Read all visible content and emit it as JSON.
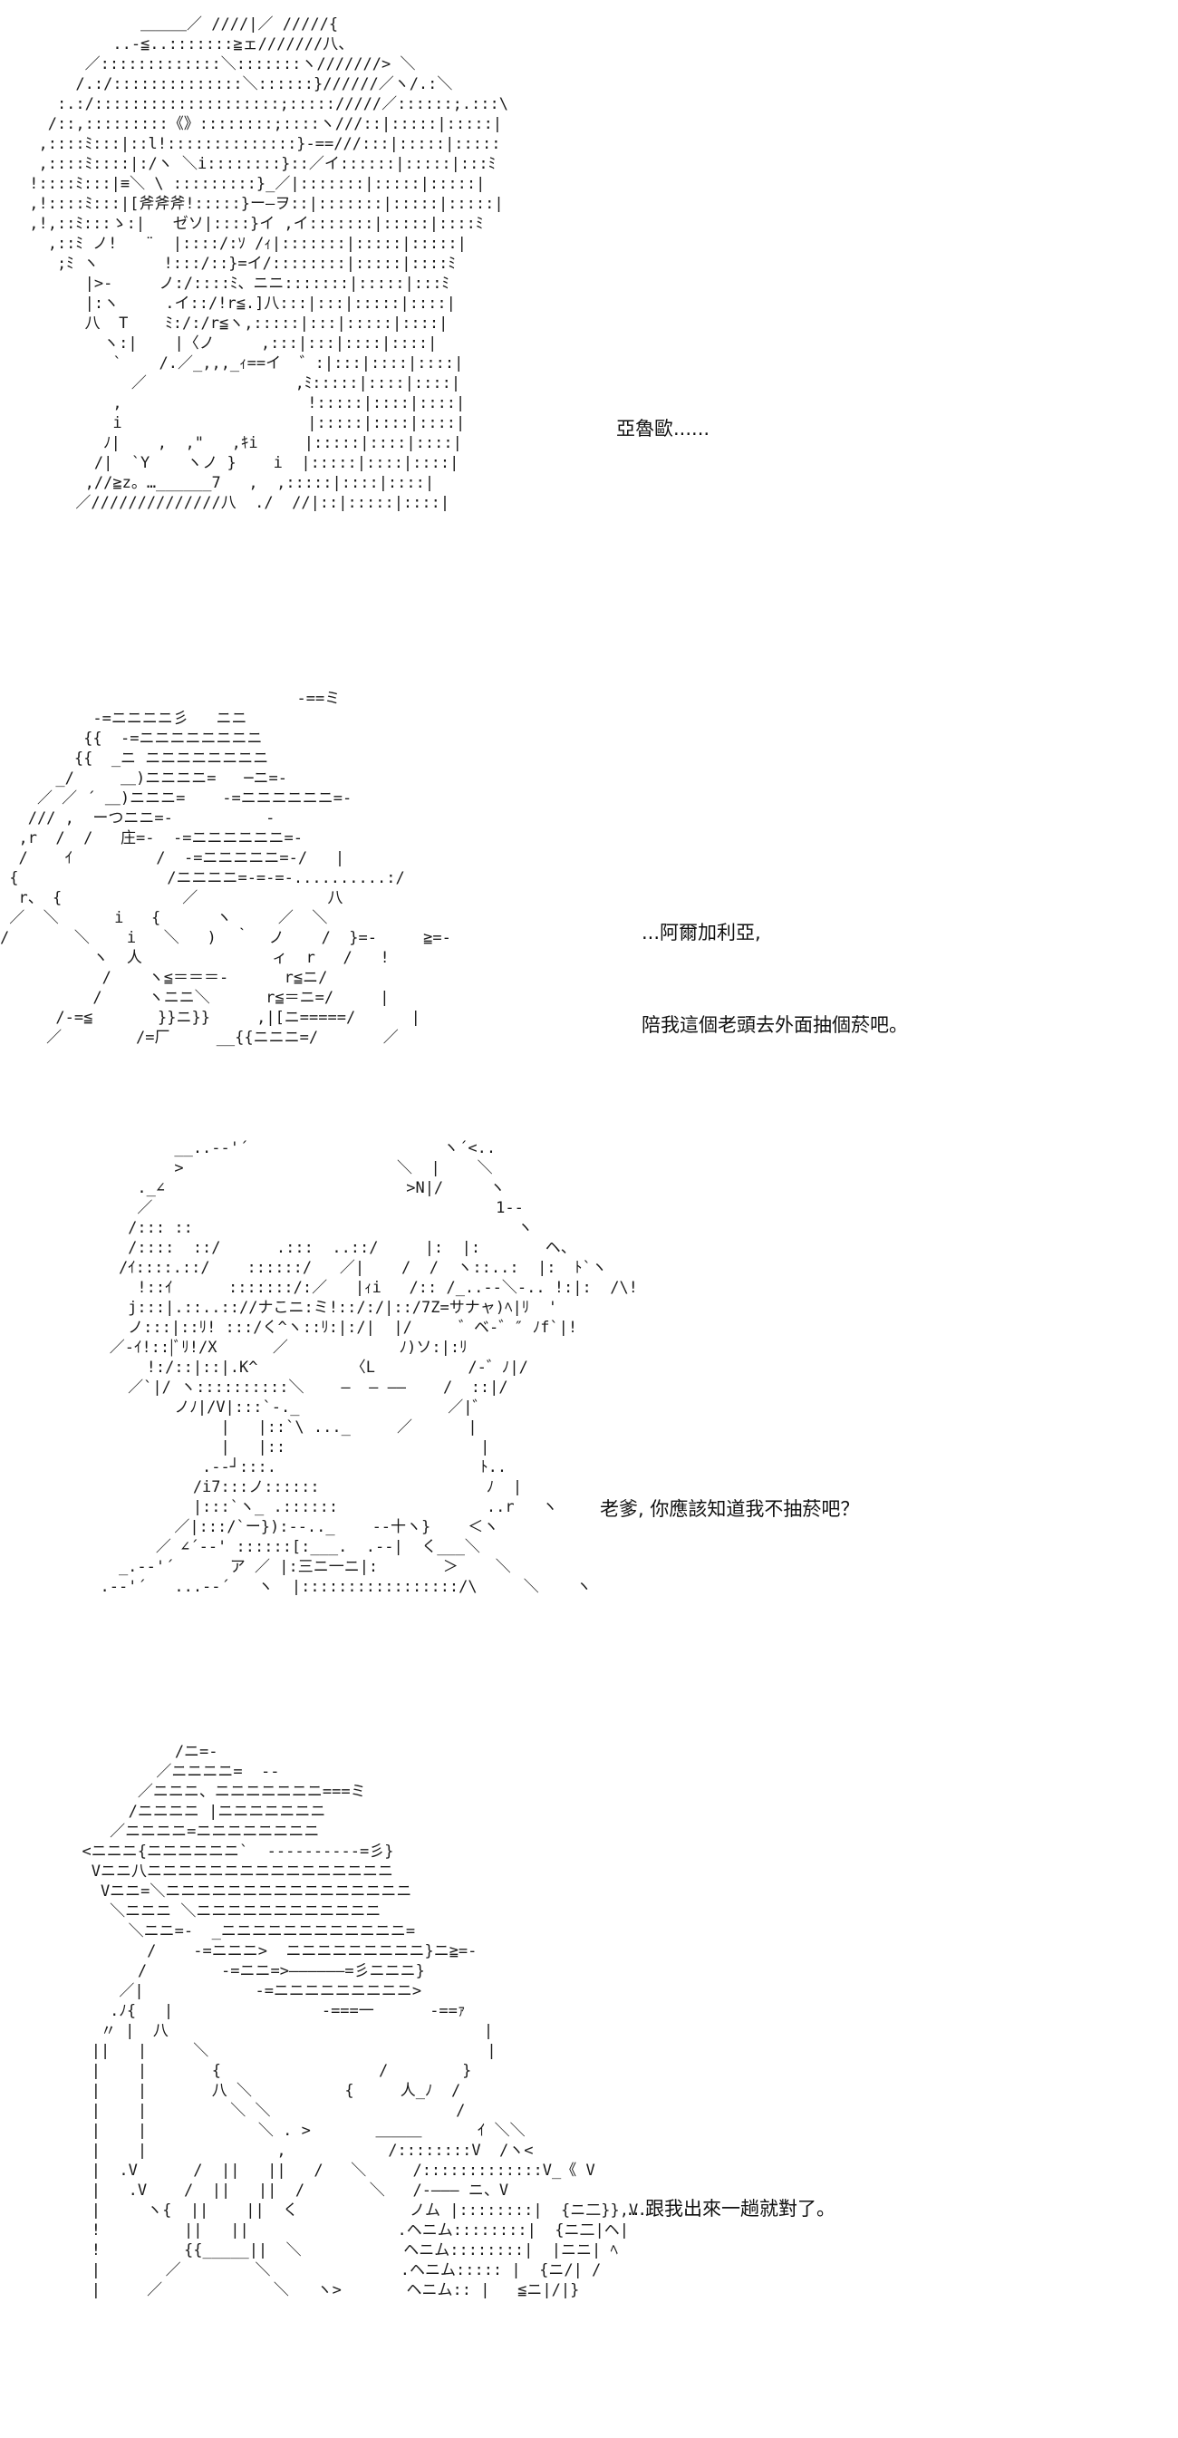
{
  "colors": {
    "background": "#ffffff",
    "text": "#111111"
  },
  "panels": [
    {
      "id": "panel-1",
      "dialogue": [
        "亞魯歐......"
      ],
      "art": "             ＿＿＿／ ////|／ /////{\n          ..-≦..:::::::≧ェ///////八、\n       ／:::::::::::::＼:::::::ヽ///////> ＼\n      /.:/::::::::::::::＼::::::}//////／ヽ/.:＼\n    :.:/::::::::::::::::::::;::::://///／::::::;.:::\\\n   /::,:::::::::《》::::::::;::::ヽ///::|:::::|:::::|\n  ,::::ﾐ:::|::l!::::::::::::::}-==///:::|:::::|:::::\n  ,::::ﾐ::::|:/ヽ ＼i::::::::}::／イ::::::|:::::|:::ﾐ\n !::::ﾐ:::|≡＼ \\ :::::::::}_／|:::::::|:::::|:::::|\n ,!::::ﾐ:::|[斧斧斧!:::::}ー―ヲ::|:::::::|:::::|:::::|\n ,!,::ﾐ:::ゝ:|   ゼソ|::::}イ ,イ:::::::|:::::|::::ﾐ\n   ,::ﾐ ノ!   ¨  |::::/:ｿ /ｨ|:::::::|:::::|:::::|\n    ;ﾐ ヽ       !:::/::}=イ/::::::::|:::::|::::ﾐ\n       |>-     ノ:/::::ﾐ、ニニ:::::::|:::::|:::ﾐ\n       |:ヽ     .イ::/!r≦.]八:::|:::|:::::|::::|\n       八  T    ﾐ:/:/r≦ヽ,:::::|:::|:::::|::::|\n         ヽ:|    |〈ノ     ,:::|:::|::::|::::|\n          `    /.／_,,,_ｨ==イ  ゛:|:::|::::|::::|\n            ／                ,ﾐ:::::|::::|::::|\n          ,                    !:::::|::::|::::|\n          i                    |:::::|::::|::::|\n         ﾉ|    ,  ,\"   ,ｷi     |:::::|::::|::::|\n        /|  `Y    ヽノ }    i  |:::::|::::|::::|\n       ,//≧z。…______7   ,  ,:::::|::::|::::|\n      ／//////////////八  ./  //|::|:::::|::::|"
    },
    {
      "id": "panel-2",
      "dialogue": [
        "...阿爾加利亞,",
        "陪我這個老頭去外面抽個菸吧。"
      ],
      "art": "                                -==ミ\n          -=ニニニニ彡   ニニ\n         {{  -=ニニニニニニニニ\n        {{  _ニ ニニニニニニニニ\n      _/     ＿)ニニニニ=   ─ニ=-\n    ／ ／ ´ ＿)ニニニ=    -=ニニニニニニ=-\n   /// ,  ーつニニ=-          -\n  ,r  /  /   庄=-  -=ニニニニニニ=-\n  /    ｲ         /  -=ニニニニニ=-/   |\n {                /ニニニニ=-=-=-..........:/\n  r、 {             ／              八\n ／  ＼      i   {      ヽ     ／  ＼\n/       ＼    i   ＼   )  ｀  ノ    /  }=-     ≧=-\n          ヽ  人              ィ  r   /   !\n           /    ヽ≦＝＝＝-      r≦ニ/\n          /     ヽニニ＼      r≦＝ニ=/     |\n      /-=≦       }}ニ}}     ,|[ニ=====/      |\n     ／        /=厂     __{{ニニニ=/       ／"
    },
    {
      "id": "panel-3",
      "dialogue": [
        "老爹, 你應該知道我不抽菸吧？"
      ],
      "art": "          __..--'´                     ヽ´<..\n          >                       ＼  |    ＼\n      ._∠                          >N|/     ヽ\n      ／                                     1--\n     /::: ::                                   ヽ\n     /::::  ::/      .:::  ..::/     |:  |:       ヘ、\n    /ｲ::::.::/    ::::::/   ／|    /  /  ヽ::..:  |:  ﾄ`ヽ\n      !::ｲ      :::::::/:／   |ｨi   /:: /_..--＼-.. !:|:  /\\!\n     j:::|.::..:://ナこニ:ミ!::/:/|::/7Z=サナャ)ﾍ|ﾘ  '\n     ノ:::|::ﾘ! :::/く^ヽ::ﾘ:|:/|  |/     ゛ベ-゛″ ﾉf`|!\n   ／-ｲ!::|ﾞﾘ!/X      ／            ﾉ)ソ:|:ﾘ\n       !:/::|::|.K^          〈L          /-゛ﾉ|/\n     ／`|/ ヽ::::::::::＼    ―  ― ――    /  ::|/\n          ノﾉ|/V|:::`-._                ／|゛\n               |   |::`\\ ..._     ／      |\n               |   |::                     |\n             .--┘:::.                      ﾄ..\n            /i7:::ノ::::::                  ﾉ  |\n            |:::`ヽ_ .::::::                ..r   ヽ\n          ／|:::/`ー}):--.._    --十ヽ}    ＜ヽ\n        ／ ∠´--' ::::::[:___.  .--|  く___＼\n    _.--'´      ア ／ |:三ニ一ニ|:       ＞    ＼\n  .--'´   ...--´   ヽ  |:::::::::::::::::/\\     ＼    ヽ"
    },
    {
      "id": "panel-4",
      "dialogue": [
        "...跟我出來一趟就對了。"
      ],
      "art": "            /ニ=-\n          ／ニニニニ=  --\n        ／ニニニ、ニニニニニニニ===ミ\n       /ニニニニ |ニニニニニニニ\n     ／ニニニニ=ニニニニニニニニ           \n  <ニニニ{ニニニニニニ`  ----------=彡}\n   Vニニ八ニニニニニニニニニニニニニニニニ\n    Vニニ=＼ニニニニニニニニニニニニニニニニ\n     ＼ニニニ ＼ニニニニニニニニニニニニ\n       ＼ニニ=-  _ニニニニニニニニニニニニ=\n         /    -=ニニニ>  ニニニニニニニニニ}ニ≧=-\n        /        -=ニニ=>――――――=彡ニニニ}\n      ／|            -=ニニニニニニニニニ>\n     .ﾉ{   |                -===一      -==ｧ\n    〃 |  八                                  |\n   ||   |     ＼                              |\n   |    |       {                 /        }\n   |    |       八 ＼          {     人_ﾉ  /\n   |    |         ＼ ＼                    /\n   |    |            ＼ . >       ＿＿＿      ｲ ＼＼\n   |    |              ,           /::::::::V  /ヽ<\n   |  .V      /  ||   ||   /   ＼     /:::::::::::::V_《 V\n   |   .V    /  ||   ||  /       ＼   /-――― ニ、V\n   |     ヽ{  ||    ||  く            ノム |::::::::|  {ニ二}},V\n   !         ||   ||                .ヘニム::::::::|  {ニ二|ヘ|\n   !         {{_____||  ＼           ヘニム::::::::|  |ニニ| ﾍ\n   |       ／        ＼              .ヘニム::::: |  {ニ/| /\n   |     ／            ＼   ヽ>       ヘニム:: |   ≦ニ|/|}"
    }
  ]
}
